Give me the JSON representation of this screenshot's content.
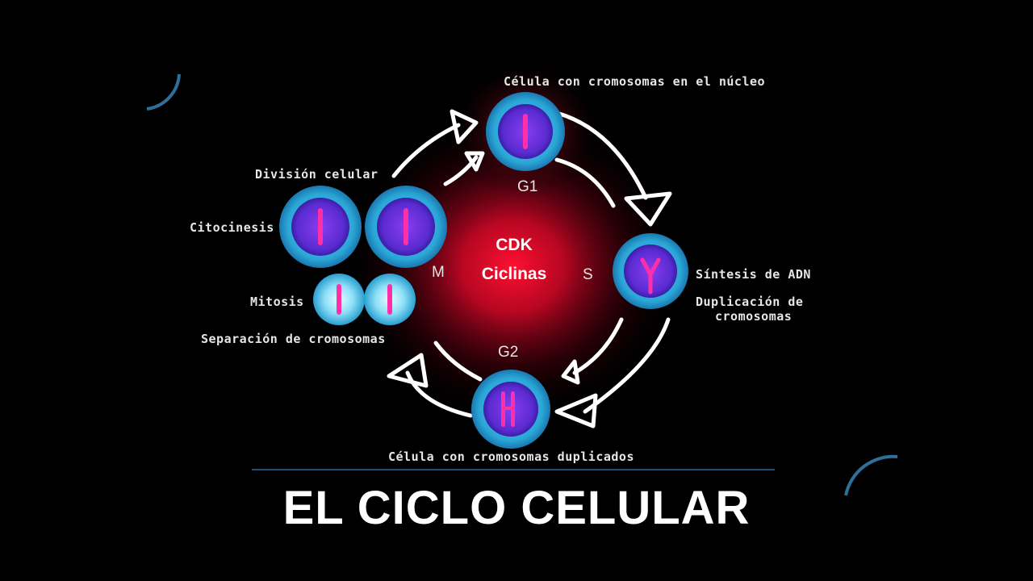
{
  "title": "EL CICLO CELULAR",
  "center": {
    "line1": "CDK",
    "line2": "Ciclinas"
  },
  "phases": {
    "g1": "G1",
    "s": "S",
    "g2": "G2",
    "m": "M"
  },
  "labels": {
    "g1_cell": "Célula con cromosomas en el núcleo",
    "division": "División celular",
    "citocinesis": "Citocinesis",
    "mitosis": "Mitosis",
    "separacion": "Separación de cromosomas",
    "sintesis": "Síntesis de ADN",
    "duplicacion_1": "Duplicación de",
    "duplicacion_2": "cromosomas",
    "g2_cell": "Célula con cromosomas duplicados"
  },
  "colors": {
    "background": "#000000",
    "center_glow": "#ff1030",
    "cell_outer": "#2aa6d6",
    "cell_inner": "#5a2bd0",
    "chromosome": "#ff2fa8",
    "arrow": "#ffffff"
  },
  "icons": [
    "arrow-icon",
    "cell-icon",
    "chromosome-icon"
  ]
}
